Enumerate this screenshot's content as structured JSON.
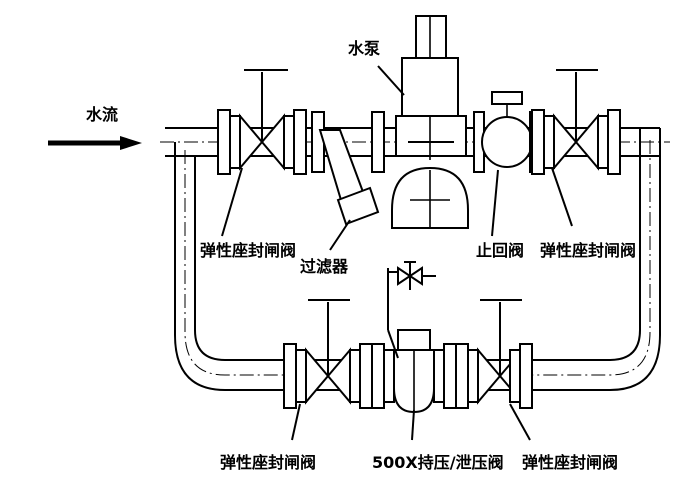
{
  "labels": {
    "water_flow": "水流",
    "water_pump": "水泵",
    "gate_valve_top_left": "弹性座封闸阀",
    "filter": "过滤器",
    "check_valve": "止回阀",
    "gate_valve_top_right": "弹性座封闸阀",
    "gate_valve_bottom_left": "弹性座封闸阀",
    "pressure_valve": "500X持压/泄压阀",
    "gate_valve_bottom_right": "弹性座封闸阀"
  },
  "colors": {
    "line": "#000000",
    "background": "#ffffff"
  }
}
